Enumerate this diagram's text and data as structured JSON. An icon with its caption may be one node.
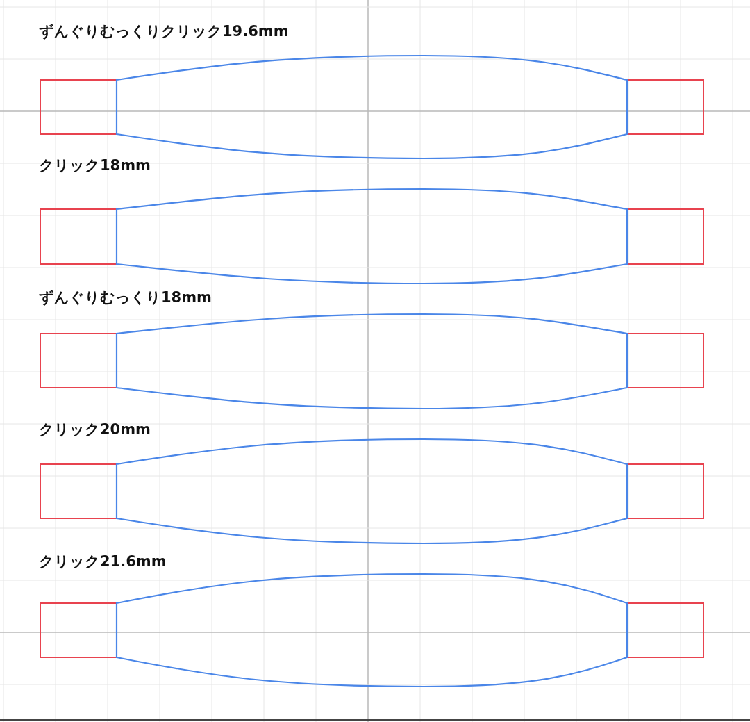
{
  "diagram": {
    "labels": [
      "ずんぐりむっくりクリック19.6mm",
      "クリック18mm",
      "ずんぐりむっくり18mm",
      "クリック20mm",
      "クリック21.6mm"
    ]
  }
}
